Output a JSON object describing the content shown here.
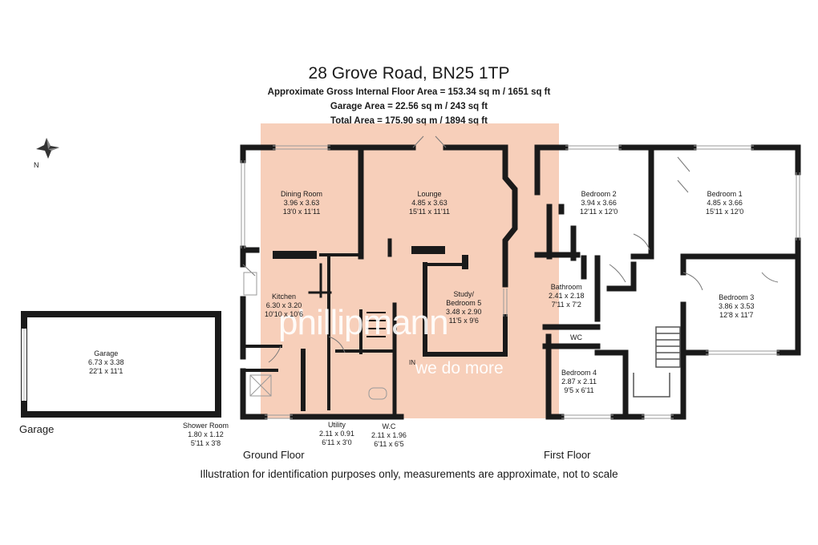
{
  "header": {
    "title": "28 Grove Road, BN25 1TP",
    "gross_area": "Approximate Gross Internal Floor Area = 153.34 sq m / 1651 sq ft",
    "garage_area": "Garage Area = 22.56 sq m / 243 sq ft",
    "total_area": "Total Area = 175.90 sq m / 1894 sq ft"
  },
  "compass": {
    "label": "N"
  },
  "watermark": {
    "line1": "phillipmann",
    "line2": "we do more"
  },
  "rooms": {
    "dining": {
      "name": "Dining Room",
      "metric": "3.96 x 3.63",
      "imperial": "13'0 x 11'11"
    },
    "lounge": {
      "name": "Lounge",
      "metric": "4.85 x 3.63",
      "imperial": "15'11 x 11'11"
    },
    "kitchen": {
      "name": "Kitchen",
      "metric": "6.30 x 3.20",
      "imperial": "10'10 x 10'6"
    },
    "study": {
      "name": "Study/",
      "name2": "Bedroom 5",
      "metric": "3.48 x 2.90",
      "imperial": "11'5 x 9'6"
    },
    "garage": {
      "name": "Garage",
      "metric": "6.73 x 3.38",
      "imperial": "22'1 x 11'1"
    },
    "shower": {
      "name": "Shower Room",
      "metric": "1.80 x 1.12",
      "imperial": "5'11 x 3'8"
    },
    "utility": {
      "name": "Utility",
      "metric": "2.11 x 0.91",
      "imperial": "6'11 x 3'0"
    },
    "wc_ground": {
      "name": "W.C",
      "metric": "2.11 x 1.96",
      "imperial": "6'11 x 6'5"
    },
    "bed2": {
      "name": "Bedroom 2",
      "metric": "3.94 x 3.66",
      "imperial": "12'11 x 12'0"
    },
    "bed1": {
      "name": "Bedroom 1",
      "metric": "4.85 x 3.66",
      "imperial": "15'11 x 12'0"
    },
    "bathroom": {
      "name": "Bathroom",
      "metric": "2.41 x 2.18",
      "imperial": "7'11 x 7'2"
    },
    "bed3": {
      "name": "Bedroom 3",
      "metric": "3.86 x 3.53",
      "imperial": "12'8 x 11'7"
    },
    "wc_first": {
      "name": "WC"
    },
    "bed4": {
      "name": "Bedroom 4",
      "metric": "2.87 x 2.11",
      "imperial": "9'5 x 6'11"
    }
  },
  "labels": {
    "entrance": "IN",
    "garage_floor": "Garage",
    "ground_floor": "Ground Floor",
    "first_floor": "First Floor"
  },
  "footer": {
    "disclaimer": "Illustration for identification purposes only, measurements are approximate, not to scale"
  },
  "colors": {
    "walls": "#1a1a1a",
    "watermark_bg": "#f1a882",
    "text": "#1a1a1a"
  }
}
